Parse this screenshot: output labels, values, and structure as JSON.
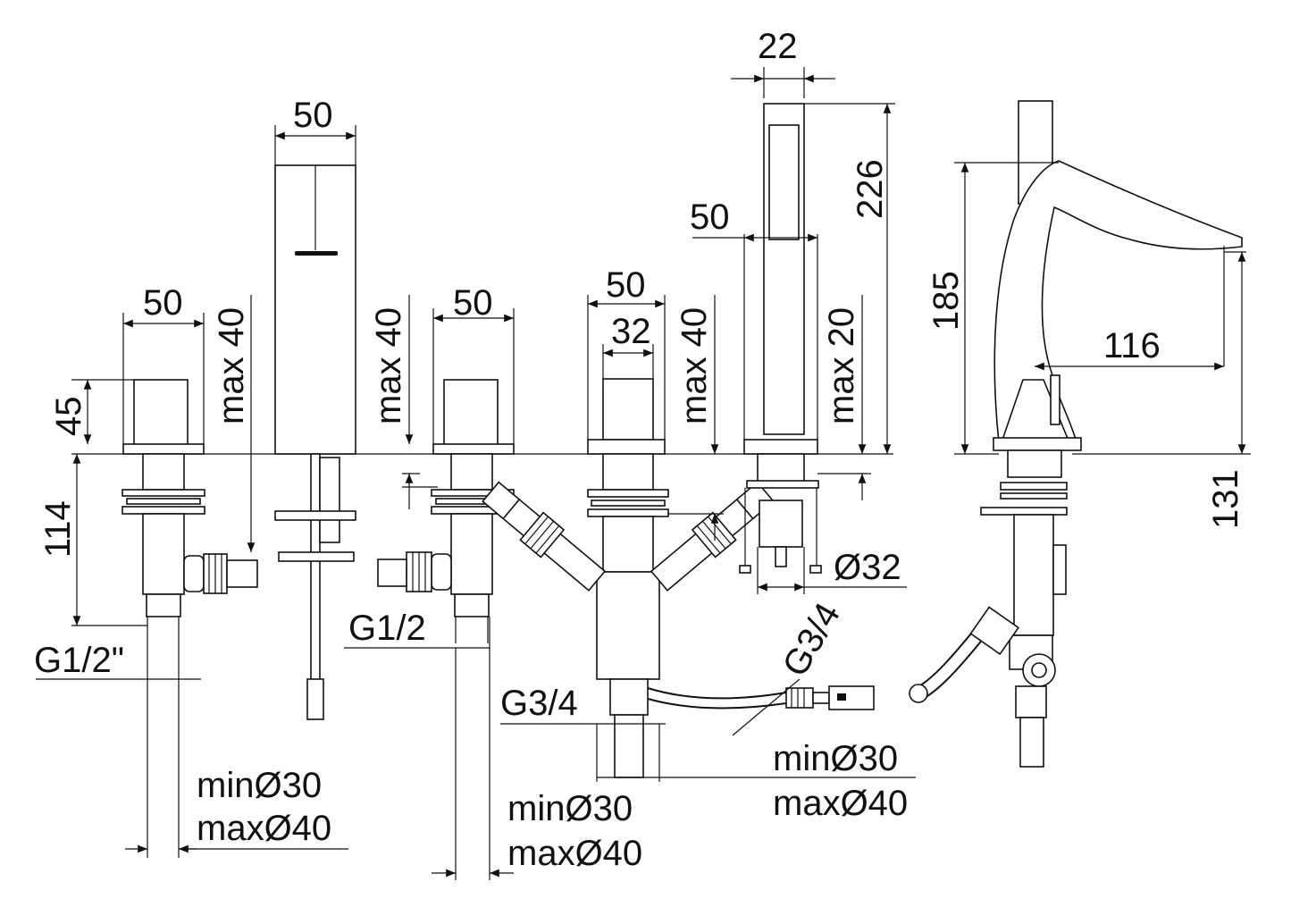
{
  "dimensions": {
    "d_top_22": "22",
    "d_spout_50": "50",
    "d_handshower_50": "50",
    "d_226": "226",
    "d_left_50": "50",
    "d_mid_50": "50",
    "d_right_50": "50",
    "d_32": "32",
    "d_45": "45",
    "d_114": "114",
    "d_max40_a": "max 40",
    "d_max40_b": "max 40",
    "d_max40_c": "max 40",
    "d_max20": "max 20",
    "d_185": "185",
    "d_116": "116",
    "d_131": "131",
    "d_dia32": "Ø32",
    "d_g12_in": "G1/2\"",
    "d_g12": "G1/2",
    "d_g34_a": "G3/4",
    "d_g34_b": "G3/4",
    "hole_left_min": "minØ30",
    "hole_left_max": "maxØ40",
    "hole_mid_min": "minØ30",
    "hole_mid_max": "maxØ40",
    "hole_right_min": "minØ30",
    "hole_right_max": "maxØ40"
  }
}
